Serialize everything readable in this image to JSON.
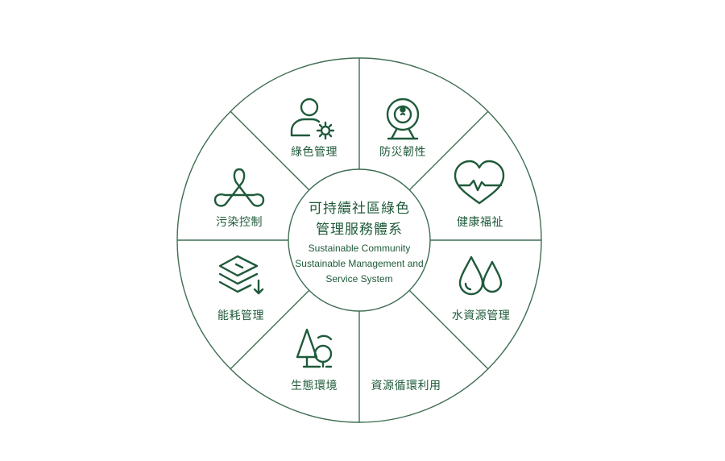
{
  "center": {
    "title_line1": "可持續社區綠色",
    "title_line2": "管理服務體系",
    "en_line1": "Sustainable Community",
    "en_line2": "Sustainable Management and",
    "en_line3": "Service System"
  },
  "segments": [
    {
      "label": "綠色管理",
      "icon": "person-gear-icon"
    },
    {
      "label": "防災韌性",
      "icon": "webcam-icon"
    },
    {
      "label": "健康福祉",
      "icon": "heart-pulse-icon"
    },
    {
      "label": "水資源管理",
      "icon": "water-drops-icon"
    },
    {
      "label": "資源循環利用",
      "icon": "recycle-icon"
    },
    {
      "label": "生態環境",
      "icon": "trees-icon"
    },
    {
      "label": "能耗管理",
      "icon": "energy-layers-icon"
    },
    {
      "label": "污染控制",
      "icon": "pollution-icon"
    }
  ],
  "colors": {
    "primary": "#1f5a3a",
    "line": "#3f6e52"
  }
}
